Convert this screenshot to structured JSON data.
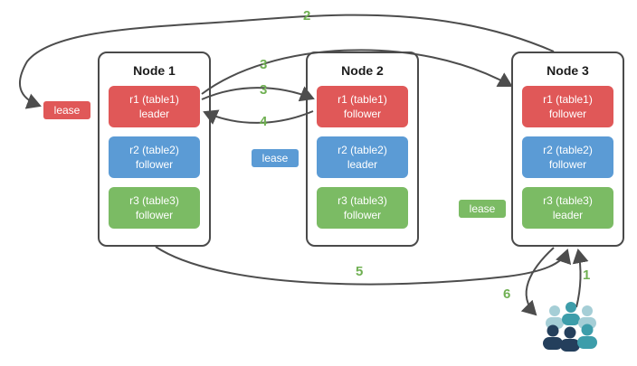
{
  "colors": {
    "range_red": "#e05858",
    "range_blue": "#5b9bd5",
    "range_green": "#7bbb64",
    "step_number_green": "#70b053",
    "arrow_gray": "#4d4d4d",
    "node_border": "#4a4a4a",
    "users_teal": "#3d9daa",
    "users_light": "#a5ced6",
    "users_dark": "#243f5c"
  },
  "diagram": {
    "nodes": [
      {
        "title": "Node 1",
        "ranges": [
          {
            "name": "r1 (table1)",
            "role": "leader"
          },
          {
            "name": "r2 (table2)",
            "role": "follower"
          },
          {
            "name": "r3 (table3)",
            "role": "follower"
          }
        ]
      },
      {
        "title": "Node 2",
        "ranges": [
          {
            "name": "r1 (table1)",
            "role": "follower"
          },
          {
            "name": "r2 (table2)",
            "role": "leader"
          },
          {
            "name": "r3 (table3)",
            "role": "follower"
          }
        ]
      },
      {
        "title": "Node 3",
        "ranges": [
          {
            "name": "r1 (table1)",
            "role": "follower"
          },
          {
            "name": "r2 (table2)",
            "role": "follower"
          },
          {
            "name": "r3 (table3)",
            "role": "leader"
          }
        ]
      }
    ],
    "leases": [
      {
        "label": "lease",
        "color": "#e05858"
      },
      {
        "label": "lease",
        "color": "#5b9bd5"
      },
      {
        "label": "lease",
        "color": "#7bbb64"
      }
    ],
    "steps": [
      {
        "id": "step-1",
        "label": "1"
      },
      {
        "id": "step-2",
        "label": "2"
      },
      {
        "id": "step-3a",
        "label": "3"
      },
      {
        "id": "step-3b",
        "label": "3"
      },
      {
        "id": "step-4",
        "label": "4"
      },
      {
        "id": "step-5",
        "label": "5"
      },
      {
        "id": "step-6",
        "label": "6"
      }
    ]
  }
}
